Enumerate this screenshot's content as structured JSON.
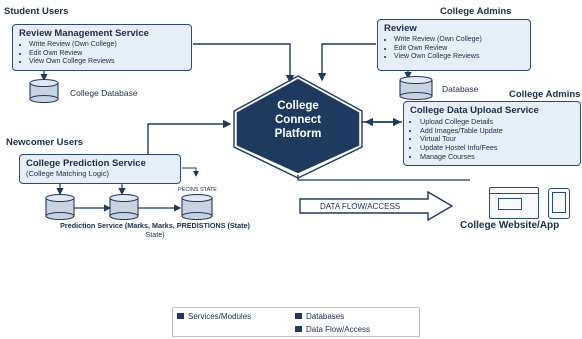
{
  "groups": {
    "student_users": "Student Users",
    "college_admins_top": "College Admins",
    "newcomer_users": "Newcomer Users",
    "college_admins_mid": "College Admins"
  },
  "review_management": {
    "title": "Review Management Service",
    "items": [
      "Write Review (Own College)",
      "Edit Own Review",
      "View Own College Reviews"
    ]
  },
  "review": {
    "title": "Review",
    "items": [
      "Write Review (Own College)",
      "Edit Own Review",
      "View Own College Reviews"
    ]
  },
  "college_database_label": "College Database",
  "database_label": "Database",
  "platform": {
    "line1": "College",
    "line2": "Connect",
    "line3": "Platform"
  },
  "upload": {
    "title": "College Data Upload Service",
    "items": [
      "Upload College Details",
      "Add Images/Table Update",
      "Virtual Tour",
      "Update Hostel Info/Fees",
      "Manage Courses"
    ]
  },
  "prediction": {
    "title": "College Prediction Service",
    "subtitle": "(College Matching Logic)",
    "state_label": "PECINS STATE",
    "caption_line1": "Prediction Service (Marks, Marks, PREDISTIONS (State)",
    "caption_line2": "State)"
  },
  "data_flow_label": "DATA FLOW/ACCESS",
  "website_label": "College Website/App",
  "legend": {
    "services": "Services/Modules",
    "databases": "Databases",
    "flow": "Data Flow/Access"
  },
  "colors": {
    "navy": "#1f3a5f",
    "box_fill": "#e6eef8",
    "border": "#2d4a75"
  }
}
